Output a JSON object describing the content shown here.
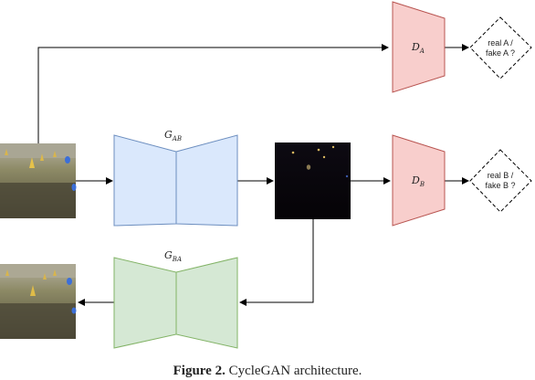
{
  "generators": {
    "g_ab": {
      "symbol": "G",
      "subscript": "AB",
      "fill": "#dae8fc",
      "stroke": "#6c8ebf"
    },
    "g_ba": {
      "symbol": "G",
      "subscript": "BA",
      "fill": "#d5e8d4",
      "stroke": "#82b366"
    }
  },
  "discriminators": {
    "d_a": {
      "symbol": "D",
      "subscript": "A",
      "fill": "#f8cecc",
      "stroke": "#b85450"
    },
    "d_b": {
      "symbol": "D",
      "subscript": "B",
      "fill": "#f8cecc",
      "stroke": "#b85450"
    }
  },
  "decisions": {
    "a": {
      "line1": "real A /",
      "line2": "fake A ?"
    },
    "b": {
      "line1": "real B /",
      "line2": "fake B ?"
    }
  },
  "images": {
    "input": "daytime field scene with traffic cones",
    "translated": "night-time scene with traffic cones",
    "reconstructed": "daytime field scene with traffic cones"
  },
  "caption": {
    "label": "Figure 2.",
    "text": "CycleGAN architecture."
  }
}
